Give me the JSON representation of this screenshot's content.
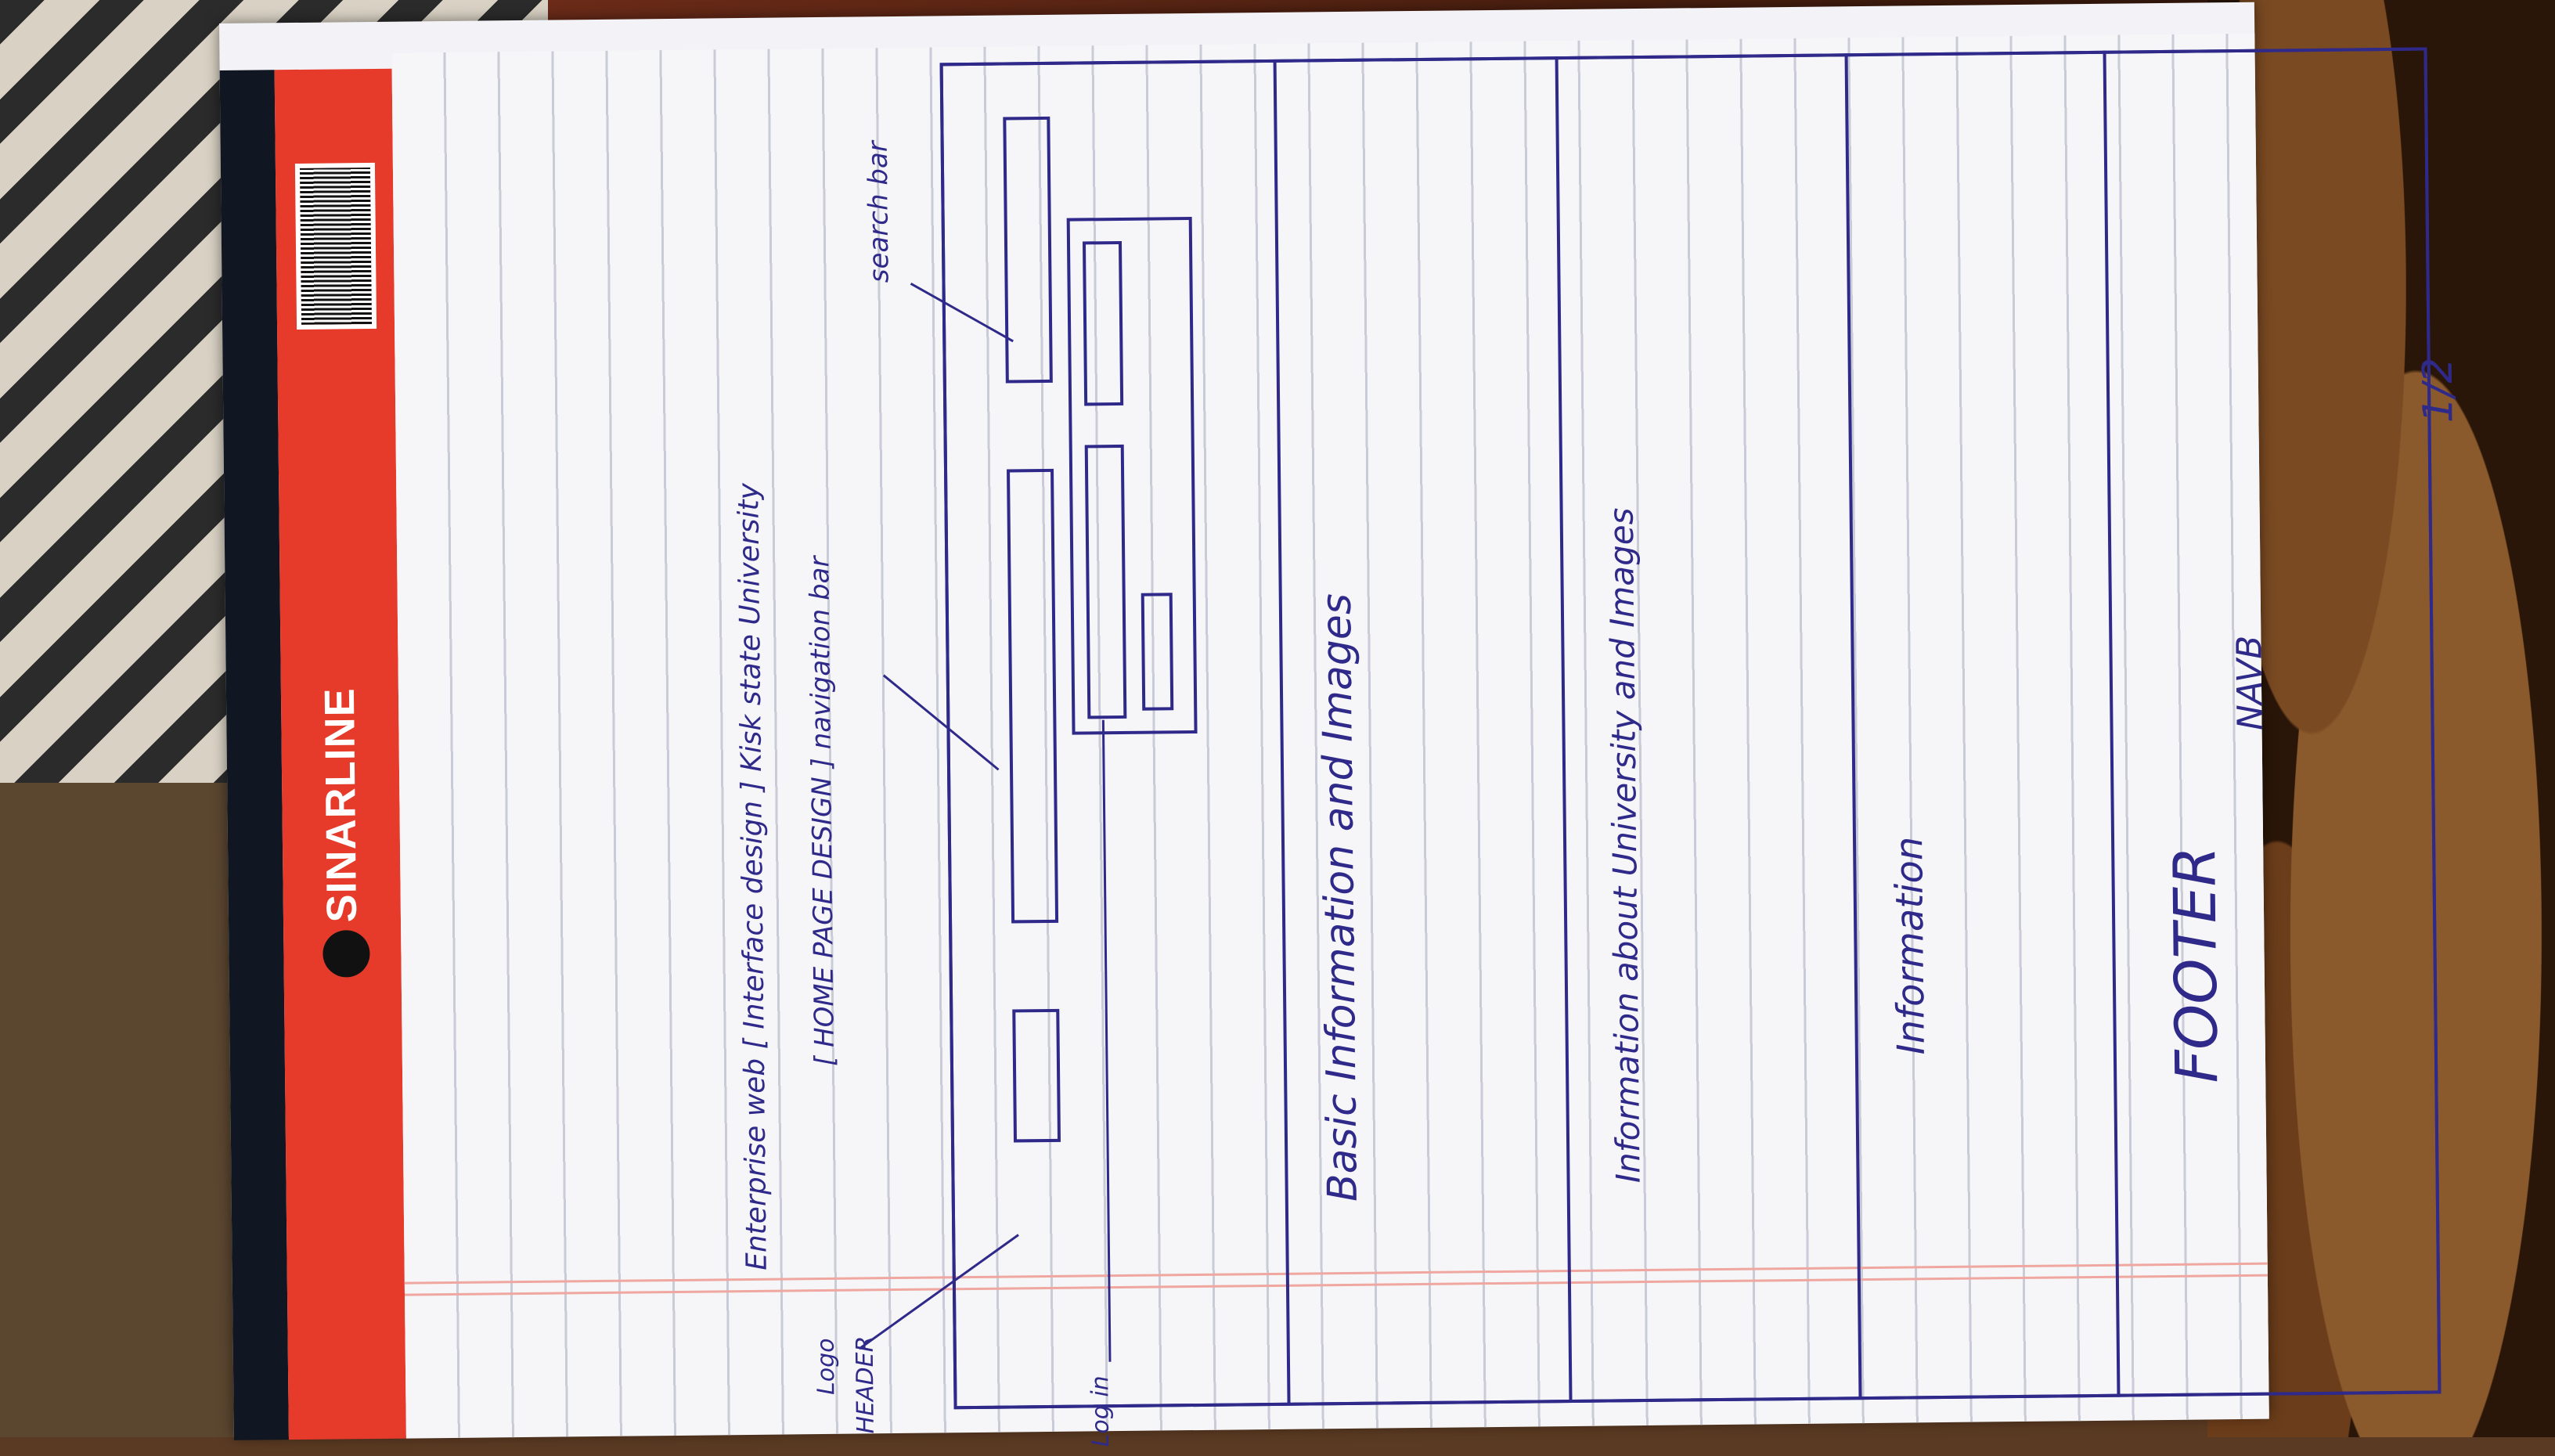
{
  "brand": "SINARLINE",
  "sketch": {
    "title_line_1": "Enterprise web [ Interface design ] Kisk state University",
    "title_line_2": "[ HOME PAGE DESIGN ] navigation bar",
    "search_label": "search bar",
    "logo_label": "Logo",
    "header_label": "HEADER",
    "login_label": "Log in",
    "section_1": "Basic Information and Images",
    "section_2": "Information about University and Images",
    "section_3": "Information",
    "footer_label": "FOOTER",
    "footer_sub": "NAVB",
    "page_number": "1/2"
  },
  "colors": {
    "ink": "#2f2a8a",
    "binding": "#e63b2a",
    "paper": "#f6f6f9"
  }
}
